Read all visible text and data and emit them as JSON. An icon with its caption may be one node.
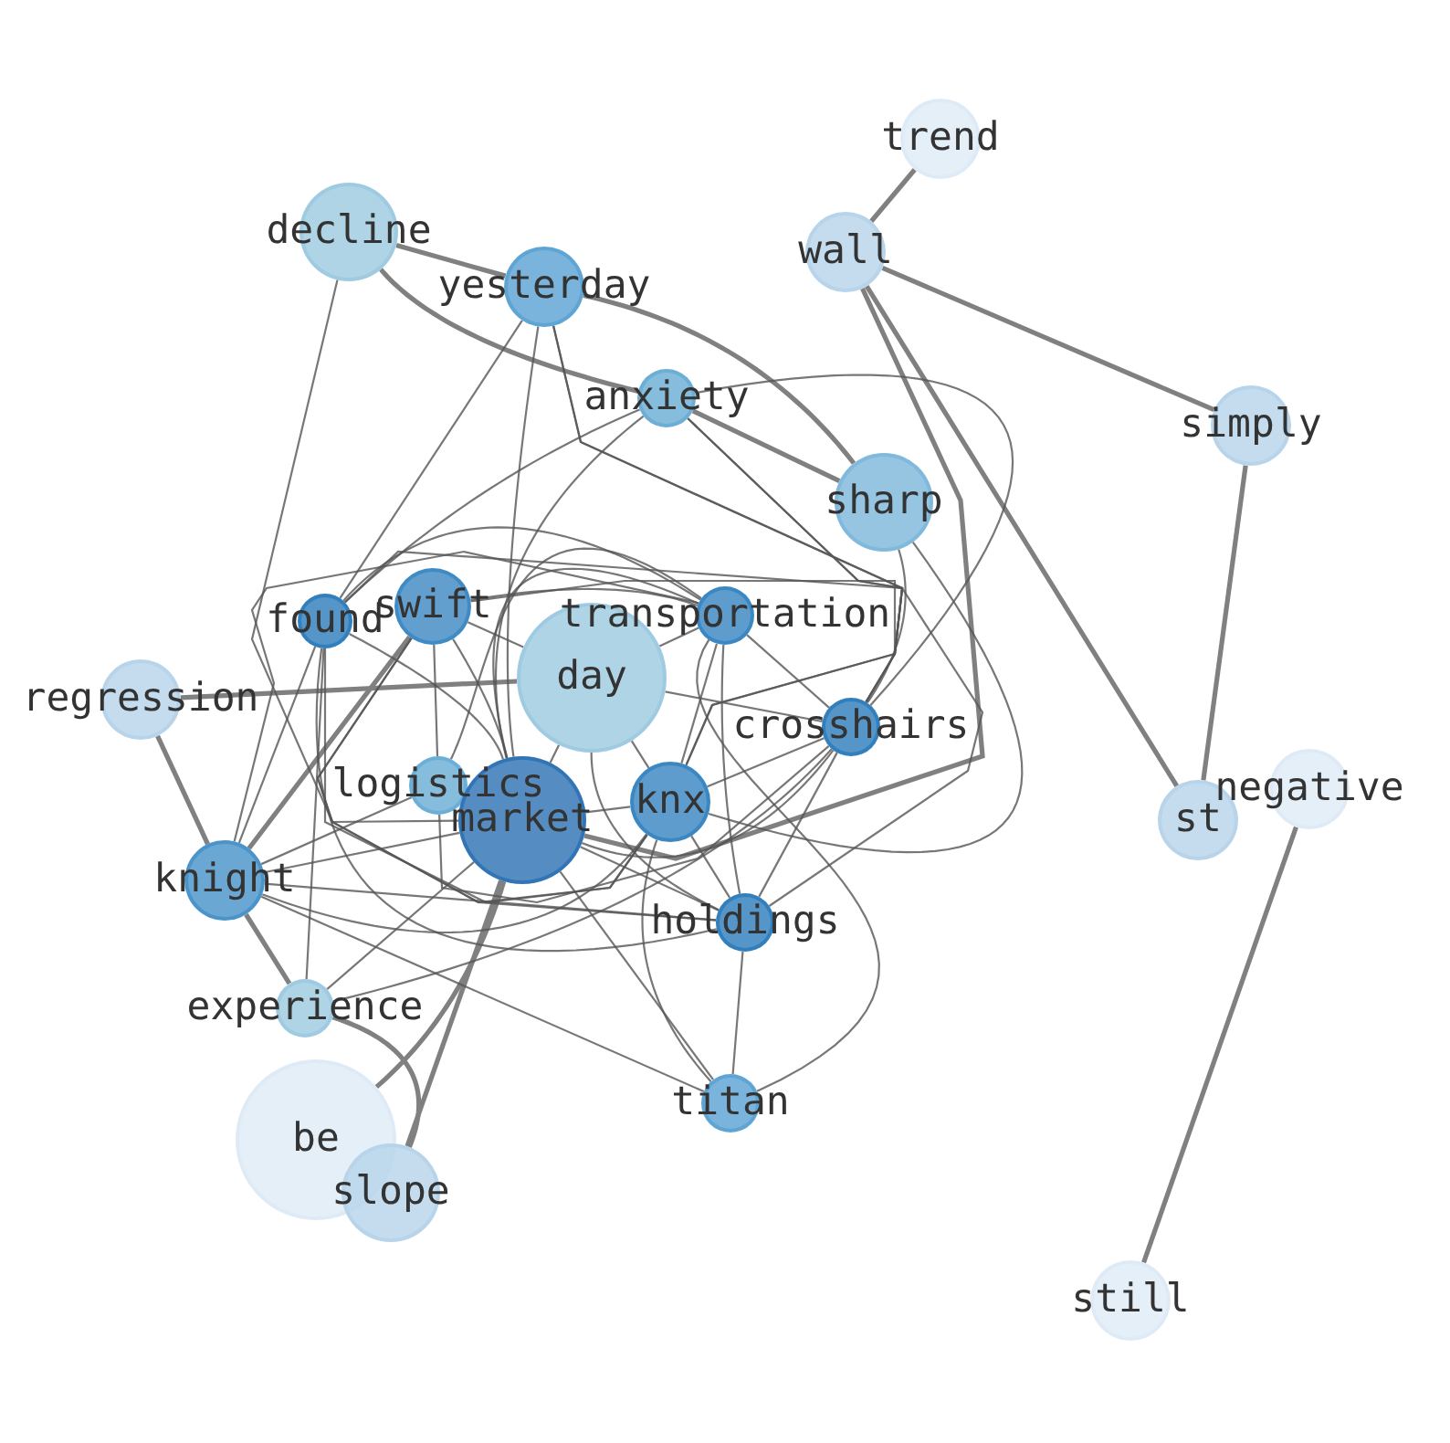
{
  "diagram": {
    "nodes": [
      {
        "text": [
          "trend"
        ]
      },
      {
        "text": [
          "decline"
        ]
      },
      {
        "text": [
          "wall"
        ]
      },
      {
        "text": [
          "yesterday"
        ]
      },
      {
        "text": [
          "anxiety"
        ]
      },
      {
        "text": [
          "simply"
        ]
      },
      {
        "text": [
          "sharp"
        ]
      },
      {
        "text": [
          "found"
        ]
      },
      {
        "text": [
          "swift"
        ]
      },
      {
        "text": [
          "transportation"
        ]
      },
      {
        "text": [
          "day"
        ]
      },
      {
        "text": [
          "regression"
        ]
      },
      {
        "text": [
          "crosshairs"
        ]
      },
      {
        "text": [
          "logistics"
        ]
      },
      {
        "text": [
          "market"
        ]
      },
      {
        "text": [
          "knx"
        ]
      },
      {
        "text": [
          "negative"
        ]
      },
      {
        "text": [
          "st"
        ]
      },
      {
        "text": [
          "knight"
        ]
      },
      {
        "text": [
          "holdings"
        ]
      },
      {
        "text": [
          "experience"
        ]
      },
      {
        "text": [
          "titan"
        ]
      },
      {
        "text": [
          "be"
        ]
      },
      {
        "text": [
          "slope"
        ]
      },
      {
        "text": [
          "still"
        ]
      }
    ],
    "edges": [
      {
        "from": 0,
        "to": 2,
        "arrow": "none",
        "style": "thick"
      },
      {
        "from": 1,
        "to": 3,
        "arrow": "none",
        "style": "thick"
      },
      {
        "from": 1,
        "to": 4,
        "arrow": "none",
        "style": "thick"
      },
      {
        "from": 4,
        "to": 6,
        "arrow": "none",
        "style": "thick"
      },
      {
        "from": 3,
        "to": 6,
        "arrow": "none",
        "style": "thick"
      },
      {
        "from": 2,
        "to": 5,
        "arrow": "none",
        "style": "thick"
      },
      {
        "from": 2,
        "to": 17,
        "arrow": "none",
        "style": "thick"
      },
      {
        "from": 2,
        "to": 14,
        "arrow": "none",
        "style": "thick"
      },
      {
        "from": 5,
        "to": 17,
        "arrow": "none",
        "style": "thick"
      },
      {
        "from": 11,
        "to": 10,
        "arrow": "none",
        "style": "thick"
      },
      {
        "from": 11,
        "to": 18,
        "arrow": "none",
        "style": "thick"
      },
      {
        "from": 8,
        "to": 18,
        "arrow": "none",
        "style": "thick"
      },
      {
        "from": 18,
        "to": 20,
        "arrow": "none",
        "style": "thick"
      },
      {
        "from": 20,
        "to": 23,
        "arrow": "none",
        "style": "thick"
      },
      {
        "from": 22,
        "to": 14,
        "arrow": "none",
        "style": "thick"
      },
      {
        "from": 14,
        "to": 23,
        "arrow": "none",
        "style": "thick"
      },
      {
        "from": 16,
        "to": 24,
        "arrow": "none",
        "style": "thick"
      },
      {
        "from": 1,
        "to": 14,
        "arrow": "none"
      },
      {
        "from": 3,
        "to": 7,
        "arrow": "none"
      },
      {
        "from": 3,
        "to": 14,
        "arrow": "none"
      },
      {
        "from": 3,
        "to": 15,
        "arrow": "none"
      },
      {
        "from": 3,
        "to": 12,
        "arrow": "none"
      },
      {
        "from": 4,
        "to": 7,
        "arrow": "none"
      },
      {
        "from": 4,
        "to": 14,
        "arrow": "none"
      },
      {
        "from": 4,
        "to": 15,
        "arrow": "none"
      },
      {
        "from": 4,
        "to": 19,
        "arrow": "none"
      },
      {
        "from": 4,
        "to": 12,
        "arrow": "none"
      },
      {
        "from": 6,
        "to": 12,
        "arrow": "none"
      },
      {
        "from": 6,
        "to": 15,
        "arrow": "none"
      },
      {
        "from": 7,
        "to": 9,
        "arrow": "none"
      },
      {
        "from": 7,
        "to": 12,
        "arrow": "none"
      },
      {
        "from": 7,
        "to": 14,
        "arrow": "none"
      },
      {
        "from": 7,
        "to": 15,
        "arrow": "none"
      },
      {
        "from": 7,
        "to": 19,
        "arrow": "none"
      },
      {
        "from": 7,
        "to": 18,
        "arrow": "none"
      },
      {
        "from": 7,
        "to": 20,
        "arrow": "none"
      },
      {
        "from": 8,
        "to": 9,
        "arrow": "none"
      },
      {
        "from": 8,
        "to": 13,
        "arrow": "none"
      },
      {
        "from": 8,
        "to": 14,
        "arrow": "none"
      },
      {
        "from": 8,
        "to": 15,
        "arrow": "none"
      },
      {
        "from": 8,
        "to": 19,
        "arrow": "none"
      },
      {
        "from": 8,
        "to": 12,
        "arrow": "none"
      },
      {
        "from": 8,
        "to": 10,
        "arrow": "none"
      },
      {
        "from": 9,
        "to": 10,
        "arrow": "none"
      },
      {
        "from": 9,
        "to": 15,
        "arrow": "none"
      },
      {
        "from": 9,
        "to": 19,
        "arrow": "none"
      },
      {
        "from": 9,
        "to": 21,
        "arrow": "none"
      },
      {
        "from": 9,
        "to": 13,
        "arrow": "none"
      },
      {
        "from": 9,
        "to": 14,
        "arrow": "none"
      },
      {
        "from": 9,
        "to": 12,
        "arrow": "none"
      },
      {
        "from": 10,
        "to": 12,
        "arrow": "none"
      },
      {
        "from": 10,
        "to": 15,
        "arrow": "none"
      },
      {
        "from": 10,
        "to": 19,
        "arrow": "none"
      },
      {
        "from": 10,
        "to": 14,
        "arrow": "none"
      },
      {
        "from": 12,
        "to": 15,
        "arrow": "none"
      },
      {
        "from": 12,
        "to": 14,
        "arrow": "none"
      },
      {
        "from": 12,
        "to": 13,
        "arrow": "none"
      },
      {
        "from": 12,
        "to": 19,
        "arrow": "none"
      },
      {
        "from": 13,
        "to": 18,
        "arrow": "none"
      },
      {
        "from": 18,
        "to": 14,
        "arrow": "none"
      },
      {
        "from": 18,
        "to": 9,
        "arrow": "none"
      },
      {
        "from": 18,
        "to": 19,
        "arrow": "none"
      },
      {
        "from": 18,
        "to": 21,
        "arrow": "none"
      },
      {
        "from": 18,
        "to": 15,
        "arrow": "none"
      },
      {
        "from": 20,
        "to": 14,
        "arrow": "none"
      },
      {
        "from": 20,
        "to": 12,
        "arrow": "none"
      },
      {
        "from": 14,
        "to": 15,
        "arrow": "none"
      },
      {
        "from": 14,
        "to": 19,
        "arrow": "none"
      },
      {
        "from": 14,
        "to": 21,
        "arrow": "none"
      },
      {
        "from": 15,
        "to": 19,
        "arrow": "none"
      },
      {
        "from": 15,
        "to": 21,
        "arrow": "none"
      },
      {
        "from": 19,
        "to": 21,
        "arrow": "none"
      }
    ]
  }
}
